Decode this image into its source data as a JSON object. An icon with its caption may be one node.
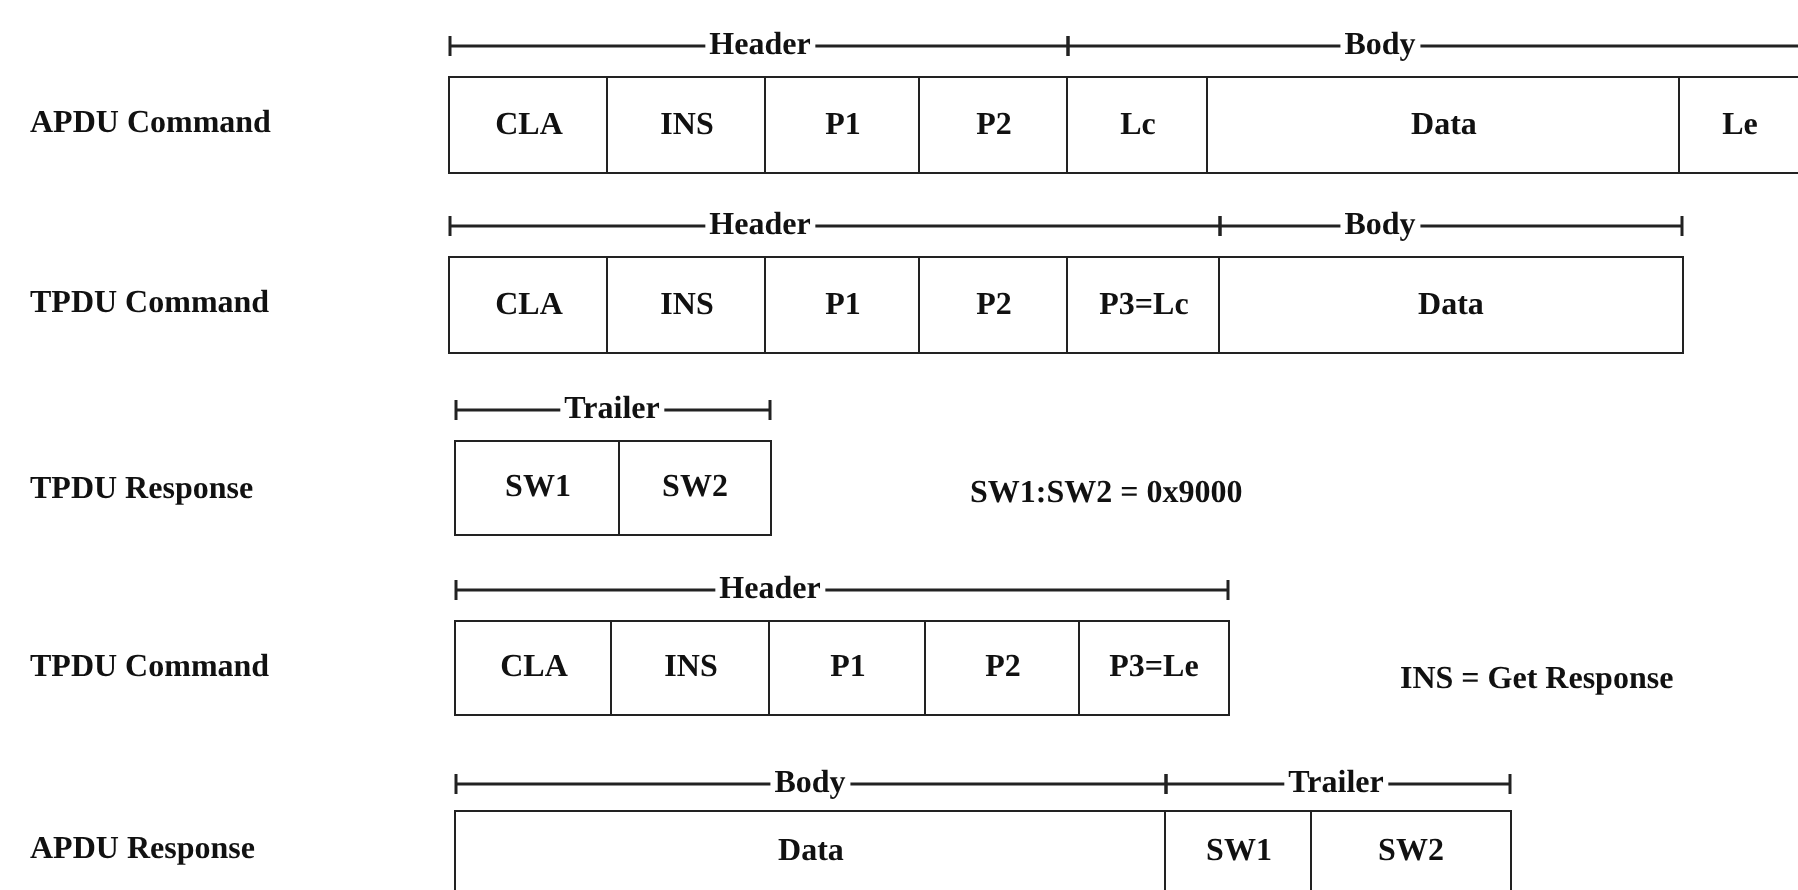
{
  "diagram": {
    "nodes": [
      {
        "text": [
          "CLA"
        ]
      },
      {
        "text": [
          "INS"
        ]
      },
      {
        "text": [
          "P1"
        ]
      },
      {
        "text": [
          "P2"
        ]
      },
      {
        "text": [
          "Lc"
        ]
      },
      {
        "text": [
          "Data"
        ]
      },
      {
        "text": [
          "Le"
        ]
      },
      {
        "text": [
          "CLA"
        ]
      },
      {
        "text": [
          "INS"
        ]
      },
      {
        "text": [
          "P1"
        ]
      },
      {
        "text": [
          "P2"
        ]
      },
      {
        "text": [
          "P3=Lc"
        ]
      },
      {
        "text": [
          "Data"
        ]
      },
      {
        "text": [
          "SW1"
        ]
      },
      {
        "text": [
          "SW2"
        ]
      },
      {
        "text": [
          "CLA"
        ]
      },
      {
        "text": [
          "INS"
        ]
      },
      {
        "text": [
          "P1"
        ]
      },
      {
        "text": [
          "P2"
        ]
      },
      {
        "text": [
          "P3=Le"
        ]
      },
      {
        "text": [
          "Data"
        ]
      },
      {
        "text": [
          "SW1"
        ]
      },
      {
        "text": [
          "SW2"
        ]
      }
    ],
    "labels": [
      "Header",
      "Body",
      "APDU Command",
      "Header",
      "Body",
      "TPDU Command",
      "Trailer",
      "TPDU Response",
      "SW1:SW2 = 0x9000",
      "Header",
      "TPDU Command",
      "INS = Get Response",
      "Body",
      "Trailer",
      "APDU Response"
    ]
  }
}
